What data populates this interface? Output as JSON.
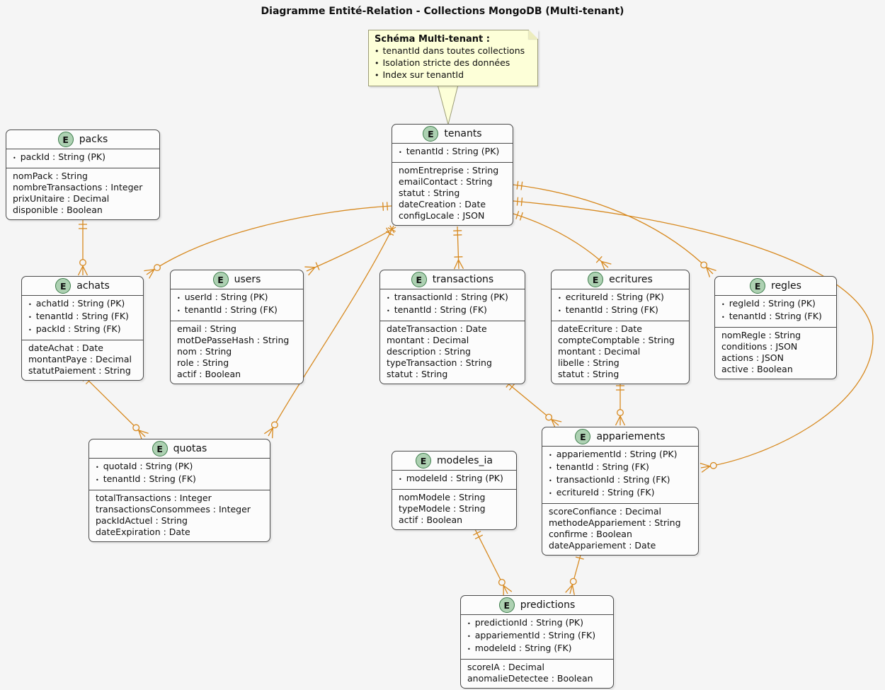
{
  "title": "Diagramme Entité-Relation - Collections MongoDB (Multi-tenant)",
  "bullet_glyph": "•",
  "entity_badge_letter": "E",
  "note": {
    "title": "Schéma Multi-tenant :",
    "bullets": [
      "tenantId dans toutes collections",
      "Isolation stricte des données",
      "Index sur tenantId"
    ]
  },
  "colors": {
    "relationship": "#D7891F",
    "entity_badge": "#ADD1B2",
    "entity_badge_border": "#3E7D4C",
    "entity_bg": "#FCFCFC",
    "entity_border": "#4A4A4A",
    "note_bg": "#FDFFD8",
    "note_border": "#9B9B77",
    "canvas_bg": "#F5F5F5"
  },
  "entities": [
    {
      "id": "packs",
      "name": "packs",
      "keys": [
        "packId : String (PK)"
      ],
      "fields": [
        "nomPack : String",
        "nombreTransactions : Integer",
        "prixUnitaire : Decimal",
        "disponible : Boolean"
      ]
    },
    {
      "id": "tenants",
      "name": "tenants",
      "keys": [
        "tenantId : String (PK)"
      ],
      "fields": [
        "nomEntreprise : String",
        "emailContact : String",
        "statut : String",
        "dateCreation : Date",
        "configLocale : JSON"
      ]
    },
    {
      "id": "achats",
      "name": "achats",
      "keys": [
        "achatId : String (PK)",
        "tenantId : String (FK)",
        "packId : String (FK)"
      ],
      "fields": [
        "dateAchat : Date",
        "montantPaye : Decimal",
        "statutPaiement : String"
      ]
    },
    {
      "id": "users",
      "name": "users",
      "keys": [
        "userId : String (PK)",
        "tenantId : String (FK)"
      ],
      "fields": [
        "email : String",
        "motDePasseHash : String",
        "nom : String",
        "role : String",
        "actif : Boolean"
      ]
    },
    {
      "id": "transactions",
      "name": "transactions",
      "keys": [
        "transactionId : String (PK)",
        "tenantId : String (FK)"
      ],
      "fields": [
        "dateTransaction : Date",
        "montant : Decimal",
        "description : String",
        "typeTransaction : String",
        "statut : String"
      ]
    },
    {
      "id": "ecritures",
      "name": "ecritures",
      "keys": [
        "ecritureId : String (PK)",
        "tenantId : String (FK)"
      ],
      "fields": [
        "dateEcriture : Date",
        "compteComptable : String",
        "montant : Decimal",
        "libelle : String",
        "statut : String"
      ]
    },
    {
      "id": "regles",
      "name": "regles",
      "keys": [
        "regleId : String (PK)",
        "tenantId : String (FK)"
      ],
      "fields": [
        "nomRegle : String",
        "conditions : JSON",
        "actions : JSON",
        "active : Boolean"
      ]
    },
    {
      "id": "quotas",
      "name": "quotas",
      "keys": [
        "quotaId : String (PK)",
        "tenantId : String (FK)"
      ],
      "fields": [
        "totalTransactions : Integer",
        "transactionsConsommees : Integer",
        "packIdActuel : String",
        "dateExpiration : Date"
      ]
    },
    {
      "id": "modeles_ia",
      "name": "modeles_ia",
      "keys": [
        "modeleId : String (PK)"
      ],
      "fields": [
        "nomModele : String",
        "typeModele : String",
        "actif : Boolean"
      ]
    },
    {
      "id": "appariements",
      "name": "appariements",
      "keys": [
        "appariementId : String (PK)",
        "tenantId : String (FK)",
        "transactionId : String (FK)",
        "ecritureId : String (FK)"
      ],
      "fields": [
        "scoreConfiance : Decimal",
        "methodeAppariement : String",
        "confirme : Boolean",
        "dateAppariement : Date"
      ]
    },
    {
      "id": "predictions",
      "name": "predictions",
      "keys": [
        "predictionId : String (PK)",
        "appariementId : String (FK)",
        "modeleId : String (FK)"
      ],
      "fields": [
        "scoreIA : Decimal",
        "anomalieDetectee : Boolean"
      ]
    }
  ],
  "relationships": [
    {
      "from": "packs",
      "to": "achats",
      "from_card": "1",
      "to_card": "0..*"
    },
    {
      "from": "tenants",
      "to": "achats",
      "from_card": "1",
      "to_card": "0..*"
    },
    {
      "from": "tenants",
      "to": "users",
      "from_card": "1",
      "to_card": "1..*"
    },
    {
      "from": "tenants",
      "to": "transactions",
      "from_card": "1",
      "to_card": "1..*"
    },
    {
      "from": "tenants",
      "to": "ecritures",
      "from_card": "1",
      "to_card": "1..*"
    },
    {
      "from": "tenants",
      "to": "regles",
      "from_card": "1",
      "to_card": "0..*"
    },
    {
      "from": "tenants",
      "to": "appariements",
      "from_card": "1",
      "to_card": "0..*"
    },
    {
      "from": "achats",
      "to": "quotas",
      "from_card": "1",
      "to_card": "0..*"
    },
    {
      "from": "tenants",
      "to": "quotas",
      "from_card": "1",
      "to_card": "0..*"
    },
    {
      "from": "transactions",
      "to": "appariements",
      "from_card": "1",
      "to_card": "0..*"
    },
    {
      "from": "ecritures",
      "to": "appariements",
      "from_card": "1",
      "to_card": "0..*"
    },
    {
      "from": "modeles_ia",
      "to": "predictions",
      "from_card": "1",
      "to_card": "0..*"
    },
    {
      "from": "appariements",
      "to": "predictions",
      "from_card": "1",
      "to_card": "0..*"
    }
  ]
}
